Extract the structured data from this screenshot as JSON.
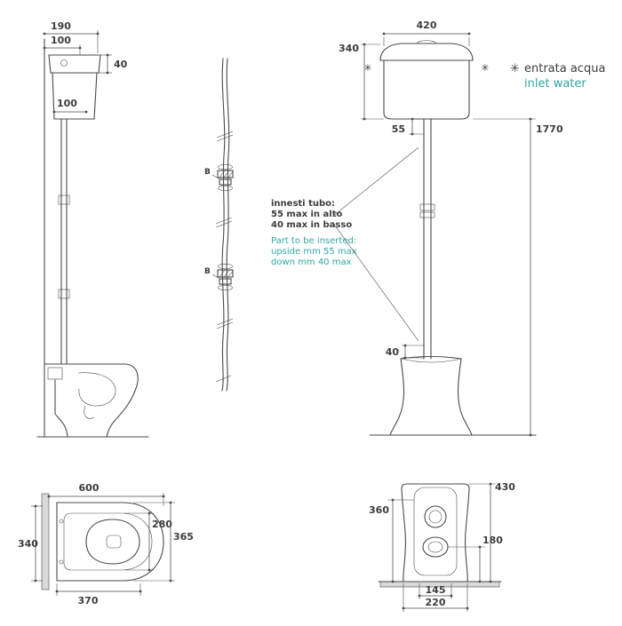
{
  "colors": {
    "line": "#4a4a4a",
    "teal": "#2fa8a1",
    "wall_fill": "#d9d9d9"
  },
  "side_view": {
    "dim_190": "190",
    "dim_100_top": "100",
    "dim_40": "40",
    "dim_100_inner": "100"
  },
  "pipe_detail": {
    "label_b_upper": "B",
    "label_b_lower": "B"
  },
  "note": {
    "it_line1": "innesti tubo:",
    "it_line2": "55 max in alto",
    "it_line3": "40 max in basso",
    "en_line1": "Part to be inserted:",
    "en_line2": "upside mm 55 max",
    "en_line3": "down mm 40 max"
  },
  "front_view": {
    "dim_420": "420",
    "dim_340": "340",
    "dim_55": "55",
    "dim_1770": "1770",
    "dim_40": "40",
    "asterisk_left": "✳",
    "asterisk_right": "✳",
    "legend": {
      "asterisk": "✳",
      "label_it": "entrata acqua",
      "label_en": "inlet water"
    }
  },
  "plan_view": {
    "dim_600": "600",
    "dim_365": "365",
    "dim_280": "280",
    "dim_340": "340",
    "dim_370": "370"
  },
  "wc_front_view": {
    "dim_430": "430",
    "dim_360": "360",
    "dim_180": "180",
    "dim_145": "145",
    "dim_220": "220"
  }
}
